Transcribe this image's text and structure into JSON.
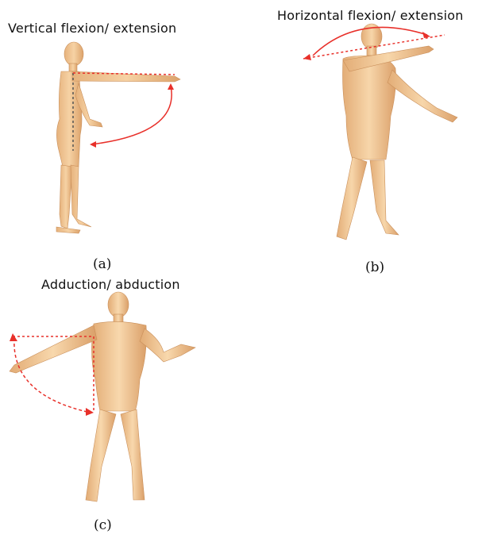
{
  "panels": [
    {
      "title": "Vertical flexion/ extension",
      "caption": "(a)"
    },
    {
      "title": "Horizontal flexion/ extension",
      "caption": "(b)"
    },
    {
      "title": "Adduction/ abduction",
      "caption": "(c)"
    }
  ],
  "colors": {
    "skin": "#f4cfa0",
    "skin_shade": "#d9a46c",
    "arrow": "#e8302a",
    "text": "#111111"
  }
}
